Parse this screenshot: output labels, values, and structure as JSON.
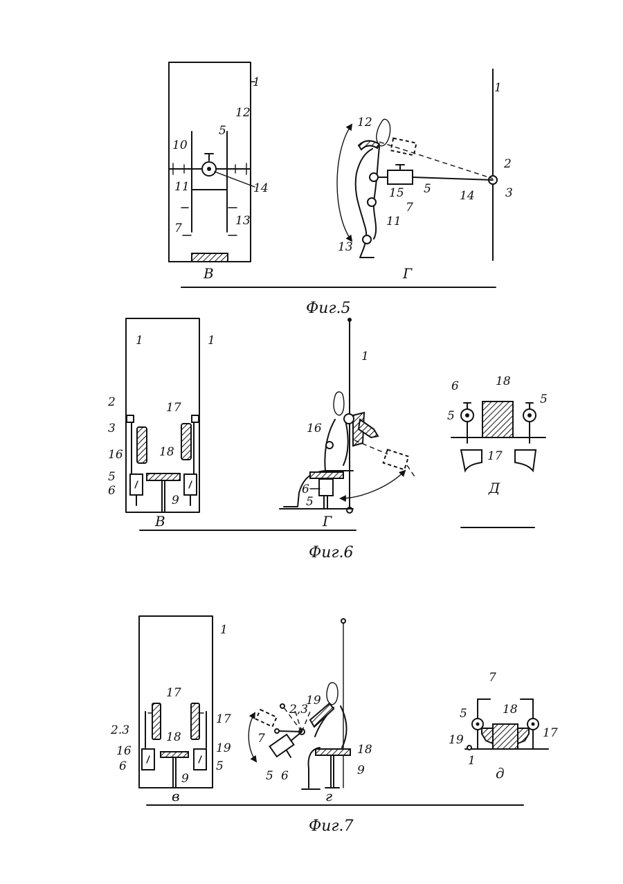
{
  "figures": [
    {
      "caption": "Фиг.5",
      "views": [
        {
          "letter": "В",
          "labels": [
            "1",
            "10",
            "11",
            "12",
            "5",
            "14",
            "7",
            "13"
          ]
        },
        {
          "letter": "Г",
          "labels": [
            "1",
            "12",
            "2",
            "3",
            "5",
            "14",
            "15",
            "7",
            "11",
            "13"
          ]
        }
      ]
    },
    {
      "caption": "Фиг.6",
      "views": [
        {
          "letter": "В",
          "labels": [
            "1",
            "1",
            "2",
            "3",
            "17",
            "16",
            "18",
            "5",
            "6",
            "9"
          ]
        },
        {
          "letter": "Г",
          "labels": [
            "1",
            "16",
            "6",
            "5"
          ]
        },
        {
          "letter": "Д",
          "labels": [
            "6",
            "18",
            "5",
            "5",
            "17"
          ]
        }
      ]
    },
    {
      "caption": "Фиг.7",
      "views": [
        {
          "letter": "в",
          "labels": [
            "1",
            "17",
            "17",
            "2.3",
            "18",
            "16",
            "19",
            "6",
            "5",
            "9"
          ]
        },
        {
          "letter": "г",
          "labels": [
            "2,3",
            "19",
            "7",
            "18",
            "5",
            "6",
            "9"
          ]
        },
        {
          "letter": "д",
          "labels": [
            "7",
            "18",
            "5",
            "17",
            "19",
            "1"
          ]
        }
      ]
    }
  ]
}
